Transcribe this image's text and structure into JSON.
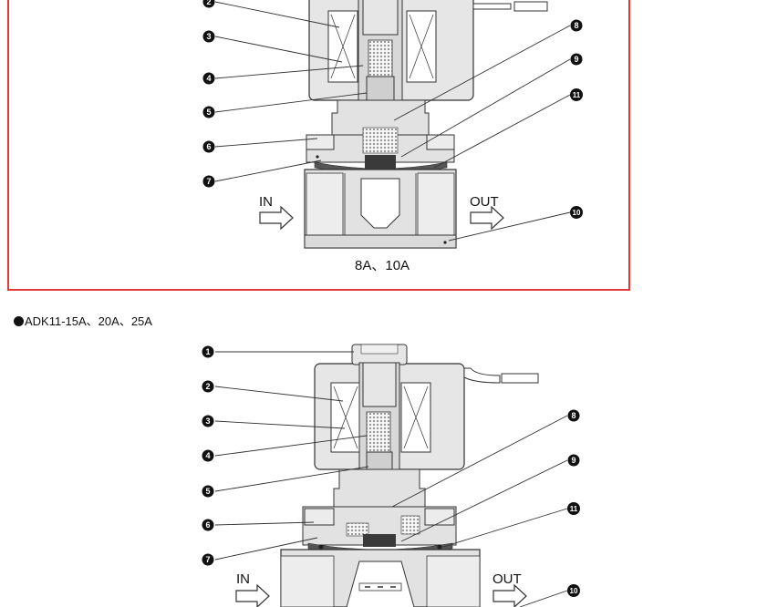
{
  "diagram_top": {
    "caption": "8A、10A",
    "inlet_label": "IN",
    "outlet_label": "OUT",
    "callouts": [
      "2",
      "3",
      "4",
      "5",
      "6",
      "7",
      "8",
      "9",
      "11",
      "10"
    ]
  },
  "diagram_bottom": {
    "section_title": "ADK11-15A、20A、25A",
    "inlet_label": "IN",
    "outlet_label": "OUT",
    "callouts": [
      "1",
      "2",
      "3",
      "4",
      "5",
      "6",
      "7",
      "8",
      "9",
      "11",
      "10"
    ]
  },
  "colors": {
    "frame_red": "#e03a3a",
    "body_fill": "#e2e2e2",
    "dark_fill": "#2b2b2b",
    "line": "#333333"
  }
}
